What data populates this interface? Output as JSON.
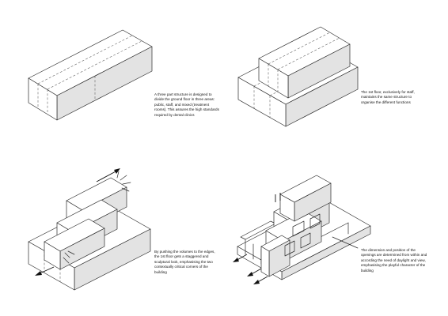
{
  "captions": {
    "step1": "A three part structure is designed to divide the ground floor in three areas: public, staff, and mixed (treatment rooms). This assures the high standards required by dental clinics",
    "step2": "The 1st floor, exclusively for staff, maintains the same structure to organise the different functions",
    "step3": "By pushing the volumes to the edges, the 1st floor gets a staggered and sculptural look, emphasising the two contextually critical corners of the building",
    "step4": "The dimension and position of the openings are determined from within and according the need of daylight and view, emphasising the playful character of the building"
  }
}
